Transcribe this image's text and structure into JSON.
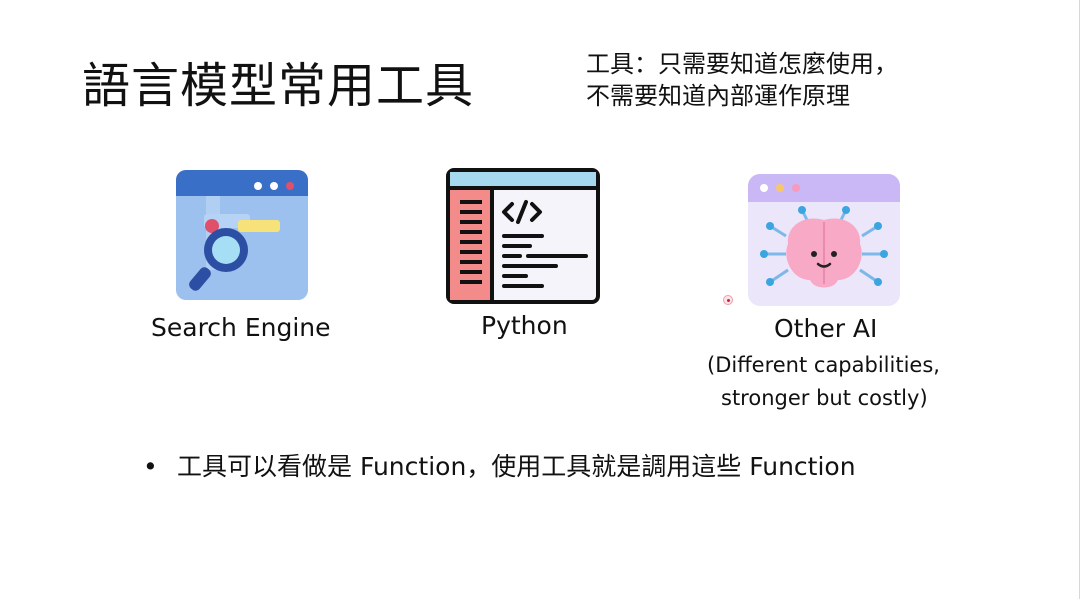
{
  "slide": {
    "title": "語言模型常用工具",
    "note": {
      "line1": "工具：只需要知道怎麼使用，",
      "line2": "不需要知道內部運作原理"
    },
    "tools": [
      {
        "label": "Search Engine",
        "icon": "search-engine-icon"
      },
      {
        "label": "Python",
        "icon": "code-editor-icon"
      },
      {
        "label": "Other AI",
        "sub1": "(Different capabilities,",
        "sub2": "stronger but costly)",
        "icon": "ai-brain-icon"
      }
    ],
    "bullet": {
      "marker": "•",
      "text": "工具可以看做是 Function，使用工具就是調用這些 Function"
    }
  },
  "colors": {
    "search_blue": "#9cc1ee",
    "search_dark": "#3a6fc8",
    "code_red": "#f48b8b",
    "ai_purple": "#c9b8f5",
    "ai_pink": "#f7a9c6"
  }
}
